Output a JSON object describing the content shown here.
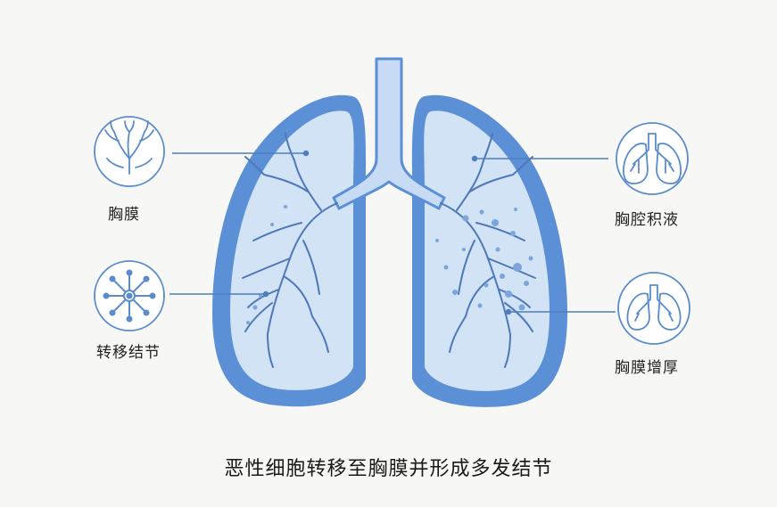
{
  "labels": {
    "pleura": "胸膜",
    "metastatic_nodules": "转移结节",
    "pleural_effusion": "胸腔积液",
    "pleural_thickening": "胸膜增厚"
  },
  "caption": "恶性细胞转移至胸膜并形成多发结节",
  "colors": {
    "lung_outer": "#5b8fd6",
    "lung_inner": "#d3e3f6",
    "airway": "#c7dcf4",
    "airway_stroke": "#5b8fd6",
    "vessel": "#4e78b8",
    "nodule": "#7aa6dc",
    "leader_line": "#4d7fbf",
    "icon_stroke": "#5a8ccc"
  },
  "icons": [
    "tree-branch-icon",
    "nodule-cell-icon",
    "lungs-effusion-icon",
    "lungs-thickening-icon"
  ]
}
